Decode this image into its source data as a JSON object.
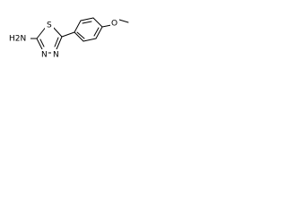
{
  "molecule": {
    "atoms": {
      "amine": "H2N",
      "ring_sulfur": "S",
      "ring_nitrogen_left": "N",
      "ring_nitrogen_right": "N",
      "ether_oxygen": "O"
    },
    "line_color": "#000000",
    "background_color": "#ffffff"
  }
}
